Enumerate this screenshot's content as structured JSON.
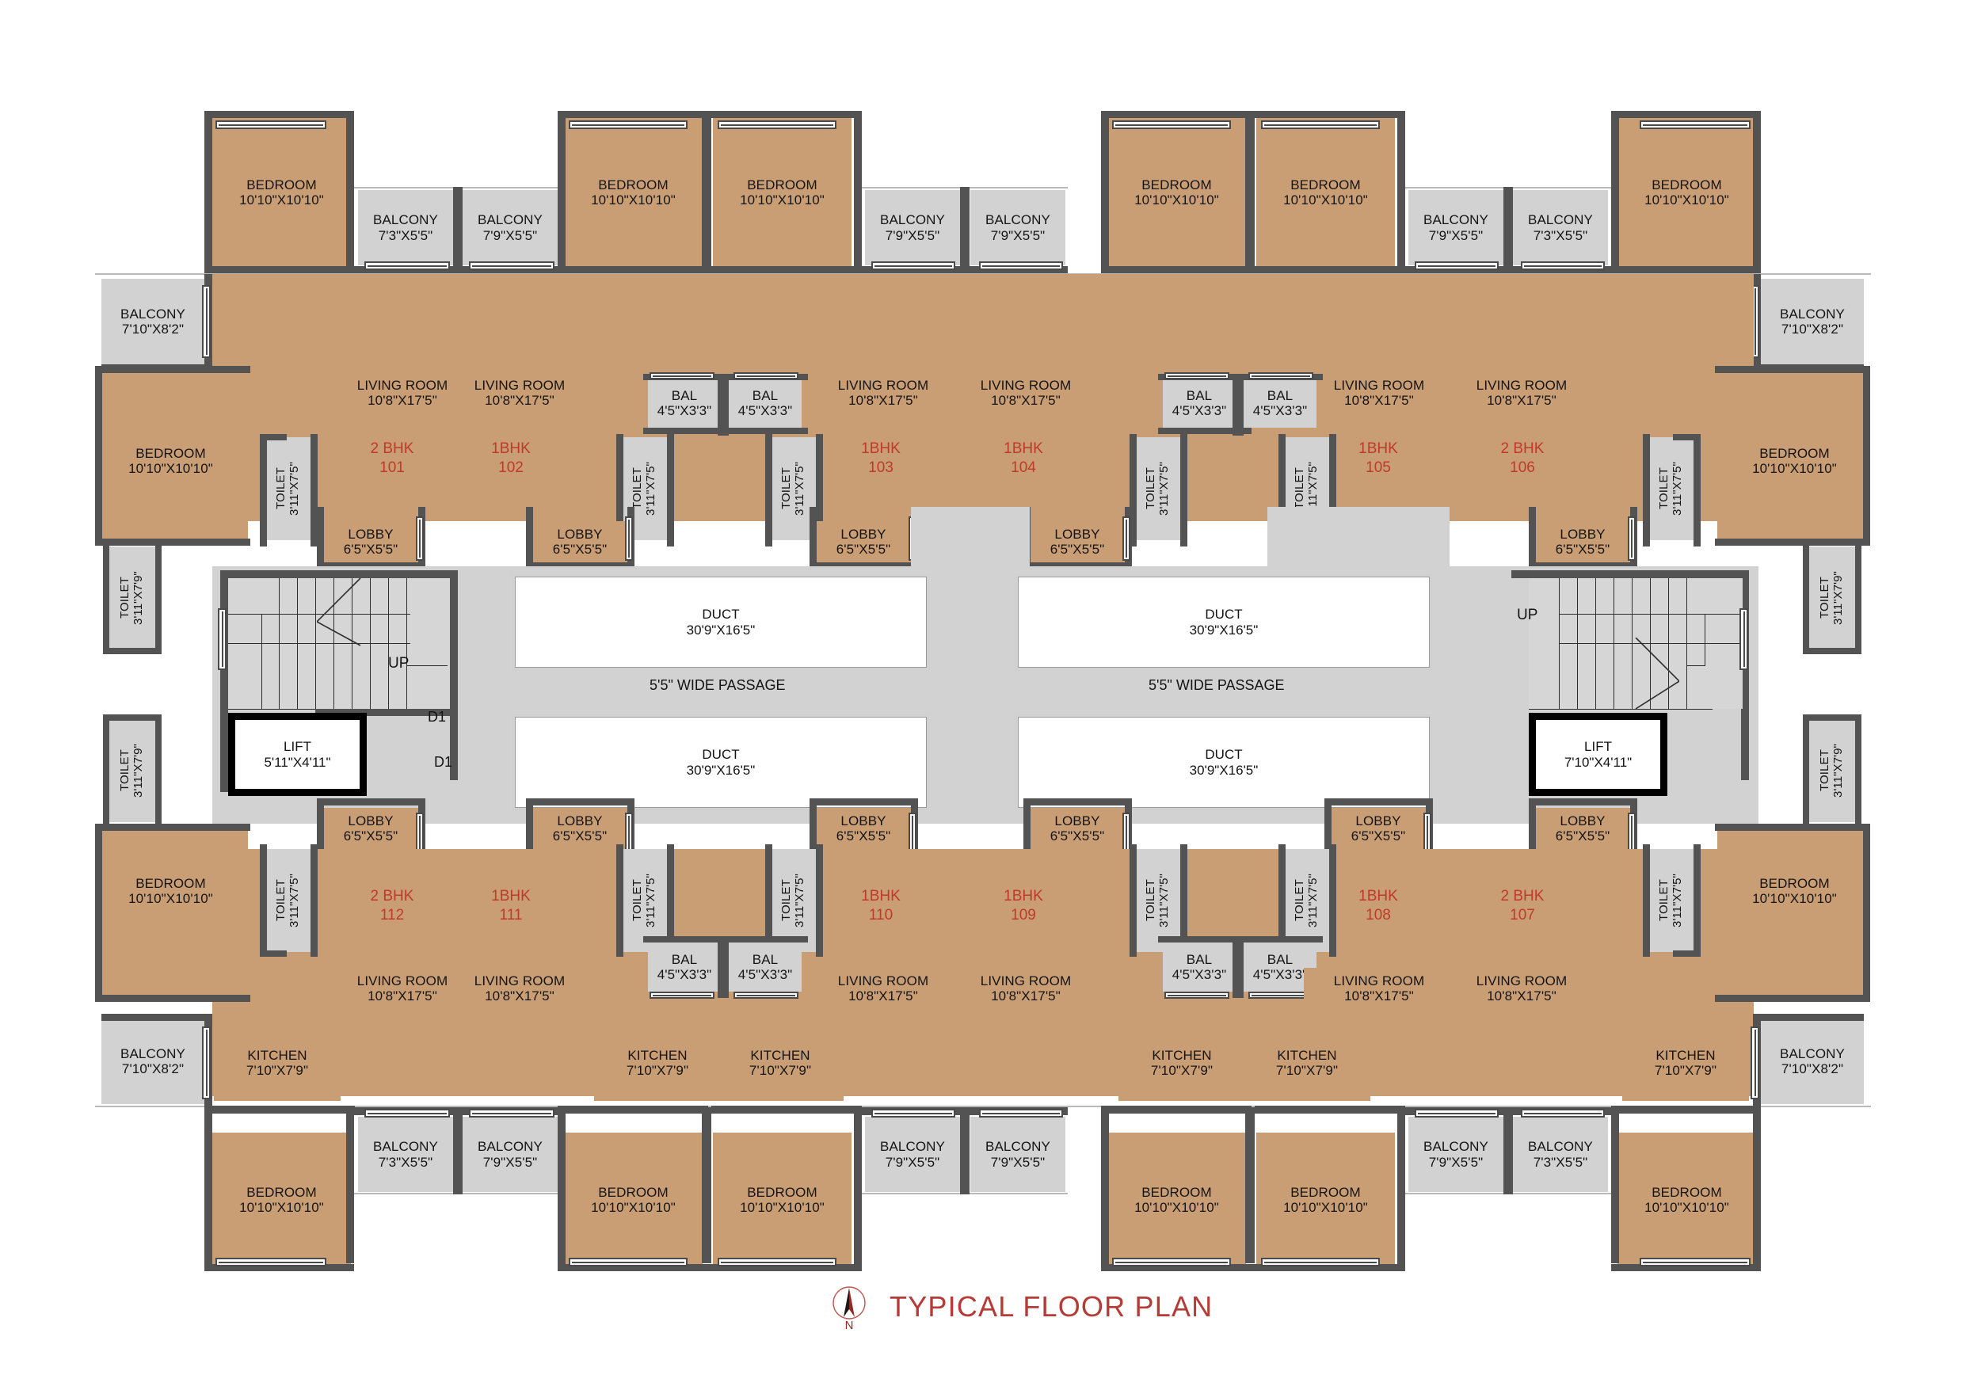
{
  "drawing": {
    "title": "TYPICAL FLOOR PLAN",
    "compass_label": "N",
    "title_color": "#b63b36",
    "room_fill": "#c99e75",
    "service_fill": "#d2d2d2",
    "wall_color": "#535353"
  },
  "labels": {
    "bedroom": {
      "name": "BEDROOM",
      "dim": "10'10\"X10'10\""
    },
    "kitchen": {
      "name": "KITCHEN",
      "dim": "7'10\"X7'9\""
    },
    "living": {
      "name": "LIVING ROOM",
      "dim": "10'8\"X17'5\""
    },
    "lobby": {
      "name": "LOBBY",
      "dim": "6'5\"X5'5\""
    },
    "toilet_small": {
      "name": "TOILET",
      "dim": "3'11\"X7'5\""
    },
    "toilet_end": {
      "name": "TOILET",
      "dim": "3'11\"X7'9\""
    },
    "balcony_end": {
      "name": "BALCONY",
      "dim": "7'10\"X8'2\""
    },
    "balcony_73": {
      "name": "BALCONY",
      "dim": "7'3\"X5'5\""
    },
    "balcony_79": {
      "name": "BALCONY",
      "dim": "7'9\"X5'5\""
    },
    "bal_small": {
      "name": "BAL",
      "dim": "4'5\"X3'3\""
    },
    "duct": {
      "name": "DUCT",
      "dim": "30'9\"X16'5\""
    },
    "passage": "5'5\" WIDE PASSAGE",
    "lift_left": {
      "name": "LIFT",
      "dim": "5'11\"X4'11\""
    },
    "lift_right": {
      "name": "LIFT",
      "dim": "7'10\"X4'11\""
    },
    "up": "UP",
    "door_d1": "D1"
  },
  "units": {
    "top": [
      {
        "type": "2 BHK",
        "no": "101"
      },
      {
        "type": "1BHK",
        "no": "102"
      },
      {
        "type": "1BHK",
        "no": "103"
      },
      {
        "type": "1BHK",
        "no": "104"
      },
      {
        "type": "1BHK",
        "no": "105"
      },
      {
        "type": "2 BHK",
        "no": "106"
      }
    ],
    "bottom": [
      {
        "type": "2 BHK",
        "no": "112"
      },
      {
        "type": "1BHK",
        "no": "111"
      },
      {
        "type": "1BHK",
        "no": "110"
      },
      {
        "type": "1BHK",
        "no": "109"
      },
      {
        "type": "1BHK",
        "no": "108"
      },
      {
        "type": "2 BHK",
        "no": "107"
      }
    ]
  }
}
